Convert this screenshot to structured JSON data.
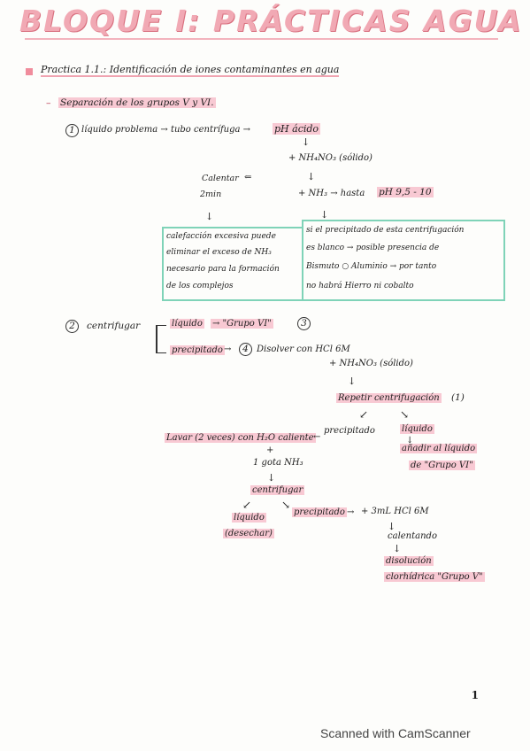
{
  "title": "BLOQUE I: PRÁCTICAS AGUA",
  "practice_heading": "Practica 1.1.: Identificación de iones contaminantes en agua",
  "separation_heading": "Separación de los grupos V y VI.",
  "step1": {
    "num": "1",
    "text": "líquido problema → tubo centrífuga →",
    "ph": "pH ácido",
    "arrow1": "↓",
    "add1": "+ NH₄NO₃ (sólido)",
    "heat": "Calentar",
    "heat_time": "2min",
    "heat_arrow": "⇐",
    "arrow2": "↓",
    "add2": "+ NH₃ → hasta",
    "ph_target": "pH 9,5 - 10",
    "left_down": "↓",
    "right_down": "↓",
    "box_left": [
      "calefacción excesiva puede",
      "eliminar el exceso de NH₃",
      "necesario para la formación",
      "de los complejos"
    ],
    "box_right": [
      "si el precipitado de esta centrifugación",
      "es blanco → posible presencia de",
      "Bismuto ○ Aluminio → por tanto",
      "no habrá Hierro ni cobalto"
    ]
  },
  "step2": {
    "num": "2",
    "label": "centrifugar",
    "branch1": "líquido",
    "branch1_rest": "→ \"Grupo VI\"",
    "branch1_num": "3",
    "branch2": "precipitado",
    "branch2_arrow": "→",
    "branch2_num": "4",
    "branch2_rest": "Disolver con HCl 6M",
    "add": "+ NH₄NO₃ (sólido)",
    "arrow_a": "↓",
    "repeat": "Repetir centrifugación",
    "repeat_num": "(1)",
    "split_left": "↙",
    "split_right": "↘",
    "liquid_right": "líquido",
    "liquid_right_arrow": "↓",
    "add_to": "añadir al líquido",
    "group_vi": "de \"Grupo VI\"",
    "wash": "Lavar (2 veces) con H₂O caliente",
    "wash_arrow": "←",
    "precip": "precipitado",
    "plus": "+",
    "drop": "1 gota NH₃",
    "arrow_b": "↓",
    "centrifuge2": "centrifugar",
    "split2_left": "↙",
    "split2_right": "↘",
    "discard_liquid": "líquido",
    "discard": "(desechar)",
    "precip2": "precipitado",
    "precip2_arrow": "→",
    "add_hcl": "+ 3mL HCl 6M",
    "arrow_c": "↓",
    "heating": "calentando",
    "arrow_d": "↓",
    "solution": "disolución",
    "solution2": "clorhídrica \"Grupo V\""
  },
  "page_number": "1",
  "footer": "Scanned with CamScanner",
  "colors": {
    "pink": "#f8c9d3",
    "green_box": "#7fd3b8"
  }
}
